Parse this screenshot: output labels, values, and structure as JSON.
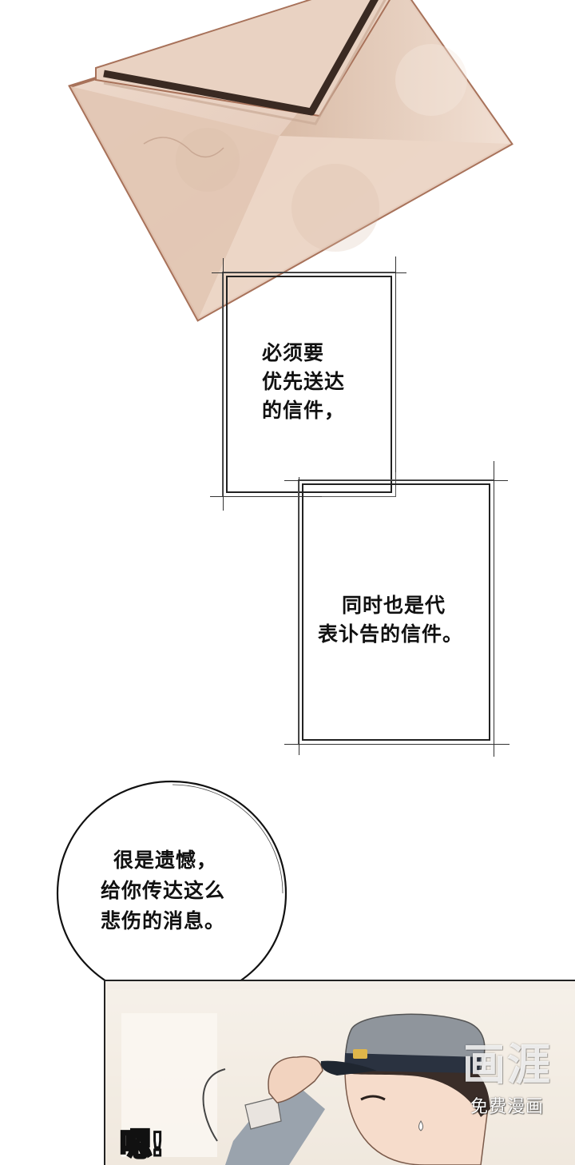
{
  "caption_1": {
    "lines": [
      "必须要",
      "优先送达",
      "的信件，"
    ]
  },
  "caption_2": {
    "lines": [
      "同时也是代",
      "表讣告的信件。"
    ]
  },
  "speech_bubble": {
    "lines": [
      "很是遗憾，",
      "给你传达这么",
      "悲伤的消息。"
    ]
  },
  "sound_effect": "嗯!",
  "watermark": {
    "brand": "画涯",
    "tagline": "免费漫画"
  },
  "colors": {
    "envelope_paper": "#e8d3c4",
    "envelope_edge": "#a8725a",
    "envelope_stripe": "#3a2a22",
    "ink": "#111111",
    "cap_gray": "#8f959c",
    "cap_band": "#2a3240",
    "cap_badge": "#e0b64a"
  }
}
